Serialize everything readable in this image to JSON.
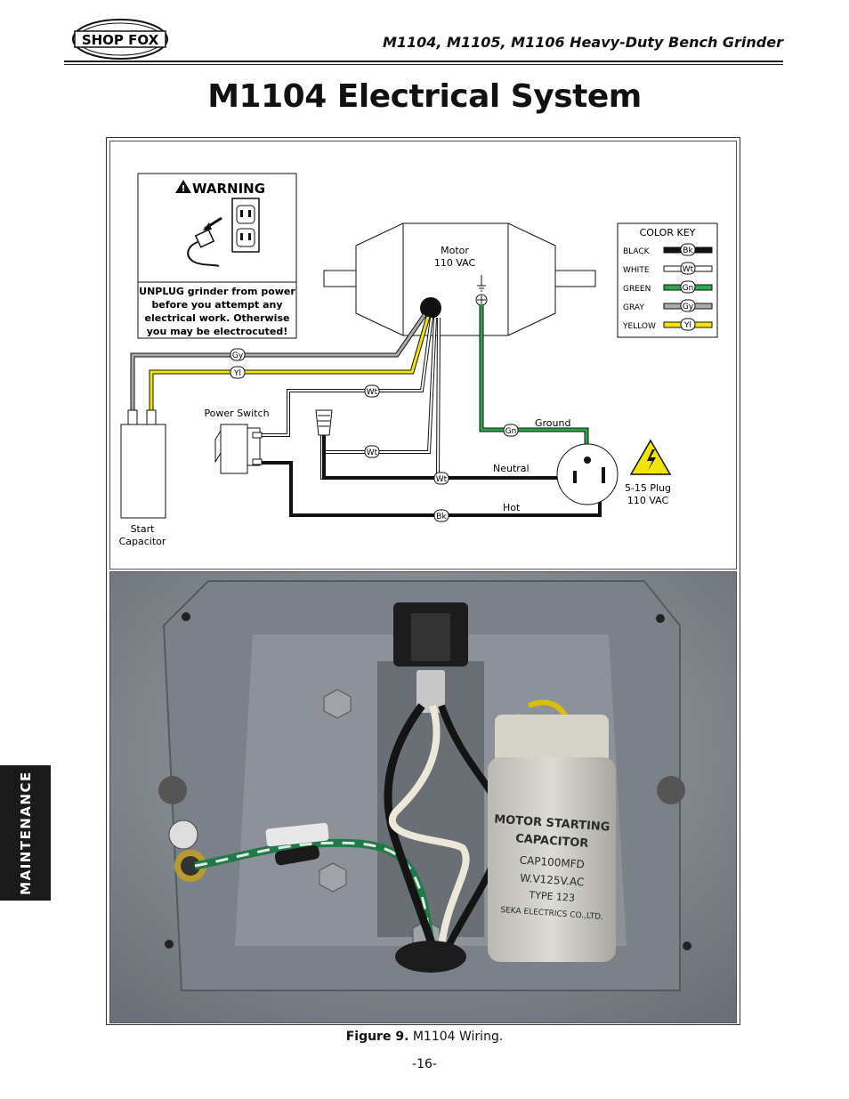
{
  "header": {
    "logo_text": "SHOP FOX",
    "title": "M1104, M1105, M1106 Heavy-Duty Bench Grinder"
  },
  "page_title": "M1104 Electrical System",
  "diagram": {
    "warning": {
      "heading": "WARNING",
      "lines": [
        "UNPLUG grinder from power",
        "before you attempt any",
        "electrical work. Otherwise",
        "you may be electrocuted!"
      ]
    },
    "motor_label_1": "Motor",
    "motor_label_2": "110 VAC",
    "color_key": {
      "title": "COLOR KEY",
      "items": [
        {
          "name": "BLACK",
          "abbr": "Bk",
          "color": "#111111"
        },
        {
          "name": "WHITE",
          "abbr": "Wt",
          "color": "#ffffff"
        },
        {
          "name": "GREEN",
          "abbr": "Gn",
          "color": "#2aa84a"
        },
        {
          "name": "GRAY",
          "abbr": "Gy",
          "color": "#aaaaaa"
        },
        {
          "name": "YELLOW",
          "abbr": "Yl",
          "color": "#f2e600"
        }
      ]
    },
    "power_switch_label": "Power Switch",
    "capacitor_label_1": "Start",
    "capacitor_label_2": "Capacitor",
    "ground_label": "Ground",
    "neutral_label": "Neutral",
    "hot_label": "Hot",
    "plug_label_1": "5-15 Plug",
    "plug_label_2": "110 VAC",
    "wire_tags": {
      "gy": "Gy",
      "yl": "Yl",
      "wt1": "Wt",
      "wt2": "Wt",
      "wt3": "Wt",
      "gn": "Gn",
      "bk": "Bk"
    }
  },
  "photo": {
    "capacitor_text": [
      "MOTOR STARTING",
      "CAPACITOR",
      "CAP100MFD",
      "W.V125V.AC",
      "TYPE 123",
      "SEKA ELECTRICS CO.,LTD."
    ]
  },
  "caption": {
    "label": "Figure 9.",
    "text": " M1104 Wiring."
  },
  "page_number": "-16-",
  "side_tab": "MAINTENANCE"
}
